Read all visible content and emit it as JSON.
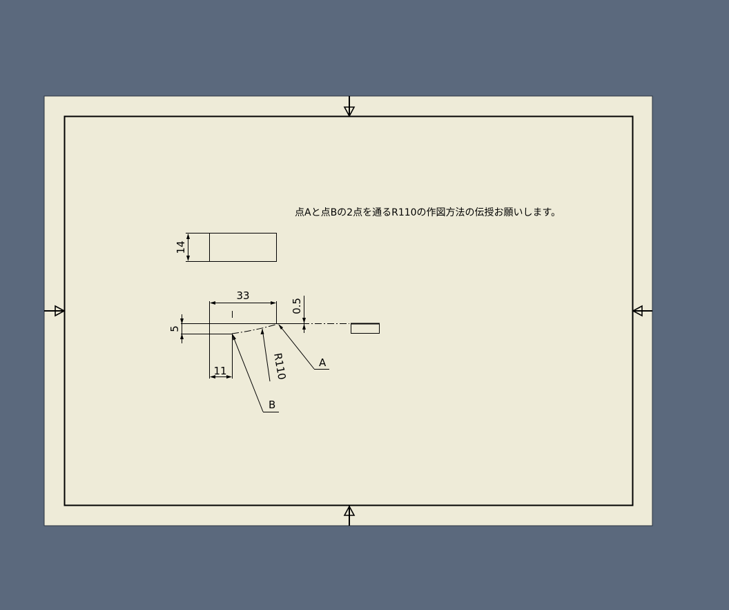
{
  "colors": {
    "workspace_background": "#5b697d",
    "sheet": "#eeebd8",
    "line": "#000000"
  },
  "drawing": {
    "note": "点Aと点Bの2点を通るR110の作図方法の伝授お願いします。",
    "dimensions": {
      "height_14": "14",
      "width_33": "33",
      "offset_0_5": "0.5",
      "height_5": "5",
      "width_11": "11",
      "radius": "R110"
    },
    "points": {
      "a": "A",
      "b": "B"
    }
  }
}
